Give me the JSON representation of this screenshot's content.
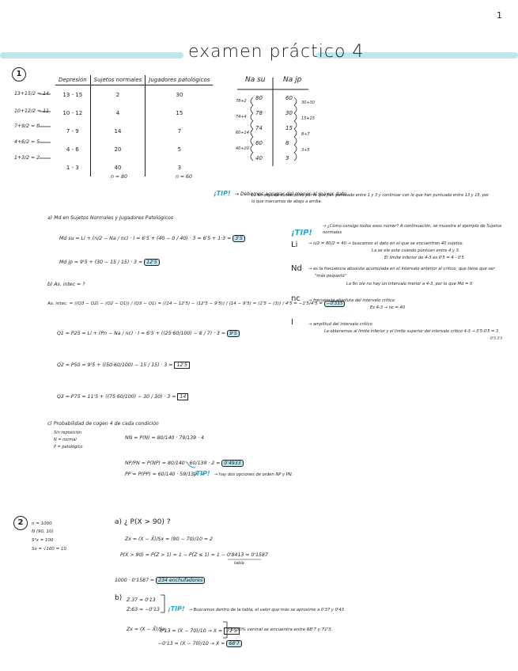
{
  "page_number": "1",
  "title": "examen práctico 4",
  "ex1": {
    "num": "1",
    "table": {
      "headers": [
        "Depresión",
        "Sujetos normales",
        "Jugadores patológicos"
      ],
      "rows": [
        {
          "calc": "13+15/2 = 14",
          "interval": "13 - 15",
          "normales": "2",
          "patologicos": "30"
        },
        {
          "calc": "10+12/2 = 11",
          "interval": "10 - 12",
          "normales": "4",
          "patologicos": "15"
        },
        {
          "calc": "7+9/2 = 8",
          "interval": "7 - 9",
          "normales": "14",
          "patologicos": "7"
        },
        {
          "calc": "4+6/2 = 5",
          "interval": "4 - 6",
          "normales": "20",
          "patologicos": "5"
        },
        {
          "calc": "1+3/2 = 2",
          "interval": "1 - 3",
          "normales": "40",
          "patologicos": "3"
        }
      ],
      "n_normales": "n = 80",
      "n_patologicos": "n = 60"
    },
    "cum_table": {
      "header_su": "Na su",
      "header_jp": "Na jp",
      "su_values": [
        "80",
        "78",
        "74",
        "60",
        "40"
      ],
      "su_notes": [
        "78+2",
        "74+4",
        "60+14",
        "40+20"
      ],
      "jp_values": [
        "60",
        "30",
        "15",
        "8",
        "3"
      ],
      "jp_notes": [
        "30+30",
        "15+15",
        "8+7",
        "3+5"
      ]
    },
    "tip1": {
      "label": "¡TIP!",
      "text1": "→ Debemos agrupar del menor al mayor dato",
      "text2": "La 6n ole este consecutivo por lo que han puntuado entre 1 y 3 y continuar con lo que han puntuado entre 13 y 15, por",
      "text3": "lo que marcamos de abajo a arriba."
    },
    "a": {
      "heading": "a) Md en Sujetos Normales y Jugadores Patológicos",
      "md_su": "Md su = Li + (n/2 − Na / nc) · I = 6'5 + (40 − 0 / 40) · 3 = 6'5 + 1·3 = ",
      "md_su_result": "3'5",
      "md_jp": "Md jp = 9'5 + (30 − 15 / 15) · 3 = ",
      "md_jp_result": "12'5"
    },
    "tips_right": {
      "tip_label": "¡TIP!",
      "tip_text": "→ ¿Cómo consigo todos esos numer? A continuación, se muestra el ejemplo de Sujetos normales",
      "li_label": "Li",
      "li_text1": "→ n/2 = 80/2 = 40 → buscamos el dato en el que se encuentran 40 sujetos.",
      "li_text2": "La se ele este cuando puntúan entre 4 y 3.",
      "li_text3": "El límite inferior de 4-3 es 0'5 = 4 - 0'5",
      "md_label": "Nd",
      "md_text1": "→ es la frecuencia absoluta acumulada en el intervalo anterior al crítico; que tiene que ser",
      "md_text2": "\"más pequeño\"",
      "md_text3": "La 6n ole no hay un intervalo menor a 4-3, por lo que Md = 0",
      "nc_label": "nc",
      "nc_text1": "→ frecuencia absoluta del intervalo crítico",
      "nc_text2": "Es 4-3 → nc = 40",
      "i_label": "I",
      "i_text1": "→ amplitud del intervalo crítico",
      "i_text2": "La obtenemos al límite inferior y el límite superior del intervalo crítico 4-3 → 3'5-0'5 = 3",
      "i_text3": "0'5  3'5"
    },
    "b": {
      "heading": "b) As. intec = ?",
      "as_formula": "As. intec. = ((Q3 − Q2) − (Q2 − Q1)) / (Q3 − Q1) = ((14 − 12'5) − (12'5 − 9'5)) / (14 − 9'5) = (1'5 − (3)) / 4'5 = −1'5/4'5 = ",
      "as_result": "−0'333",
      "q1": "Q1 = P25 = Li + (Pn − Na / nc) · I = 6'5 + ((25·60/100) − 8 / 7) · 3 = ",
      "q1_result": "9'5",
      "q2": "Q2 = P50 = 9'5 + ((50·60/100) − 15 / 15) · 3 = ",
      "q2_result": "12'5",
      "q3": "Q3 = P75 = 11'5 + ((75·60/100) − 30 / 30) · 3 = ",
      "q3_result": "14"
    },
    "c": {
      "heading": "c) Probabilidad de cogen 4 de cada condición",
      "line1": "Sin reposición",
      "line2": "N = normal",
      "line3": "P = patológico",
      "nn": "NN = P(N) = 80/140 · 79/139 · 4",
      "np": "NP/PN = P(NP) = 80/140 · 60/139 · 2 = ",
      "np_result": "0'4933",
      "pp": "PP = P(PP) = 60/140 · 59/139 · 4",
      "tip_label": "¡TIP!",
      "tip_text": "→ hay dos opciones de orden NP y PN."
    }
  },
  "ex2": {
    "num": "2",
    "given": [
      "n = 1000",
      "N (90, 10)",
      "S²x = 100",
      "Sx = √100 = 10"
    ],
    "a": {
      "heading": "a) ¿ P(X > 90) ?",
      "z": "Zx = (X − X̄)/Sx = (90 − 70)/10 = 2",
      "p": "P(X > 90) = P(Z > 1) = 1 − P(Z ≤ 1) = 1 − 0'8413 = 0'1587",
      "p_note": "tabla",
      "result_text": "1000 · 0'1587 = ",
      "result": "234 enchufadores"
    },
    "b": {
      "z_top": "Z.37 = 0'13",
      "z_bot": "Z.63 = −0'13",
      "tip_label": "¡TIP!",
      "tip_text": "→ Buscamos dentro de la tabla, el valor que más se aproxime a 0'37 y 0'43.",
      "zx": "Zx = (X − X̄)/Sx",
      "eq1": "0'13 = (X − 70)/10 → X = ",
      "eq1_result": "71'3",
      "eq2": "−0'13 = (X − 70)/10 → X = ",
      "eq2_result": "68'7",
      "conclusion": "El 30% central se encuentra entre 68'7 y 71'3."
    }
  }
}
